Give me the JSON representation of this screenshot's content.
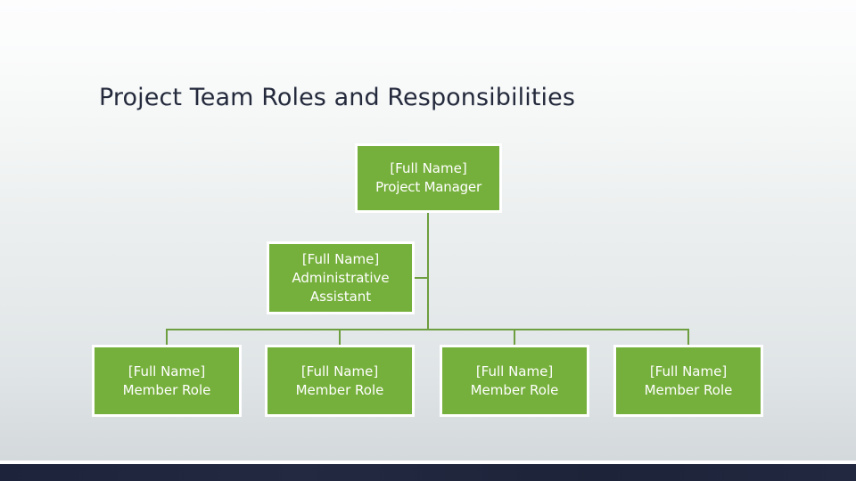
{
  "slide": {
    "title": "Project Team Roles and Responsibilities",
    "accent_green": "#76b03c",
    "connector_green": "#6d9e3f",
    "title_color": "#242a3c",
    "footer_bar_color": "#1e233c",
    "background_top": "#fdfdfe",
    "background_bottom": "#d2d7da"
  },
  "org_chart": {
    "manager": {
      "name": "[Full Name]",
      "role": "Project Manager"
    },
    "assistant": {
      "name": "[Full Name]",
      "role": "Administrative Assistant"
    },
    "members": [
      {
        "name": "[Full Name]",
        "role": "Member Role"
      },
      {
        "name": "[Full Name]",
        "role": "Member Role"
      },
      {
        "name": "[Full Name]",
        "role": "Member Role"
      },
      {
        "name": "[Full Name]",
        "role": "Member Role"
      }
    ]
  }
}
